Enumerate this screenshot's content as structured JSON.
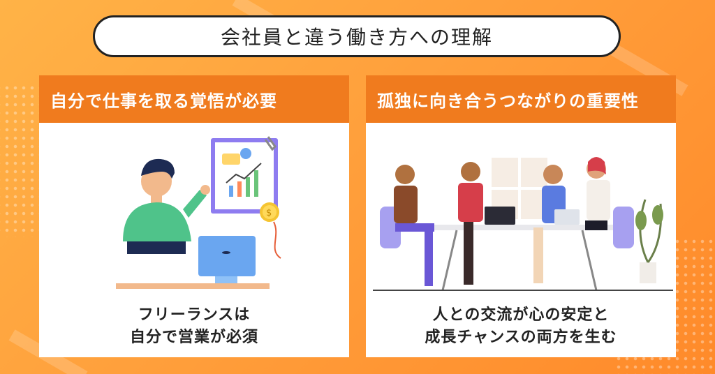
{
  "title": "会社員と違う働き方への理解",
  "left_panel": {
    "heading": "自分で仕事を取る覚悟が必要",
    "caption_line1": "フリーランスは",
    "caption_line2": "自分で営業が必須"
  },
  "right_panel": {
    "heading": "孤独に向き合うつながりの重要性",
    "caption_line1": "人との交流が心の安定と",
    "caption_line2": "成長チャンスの両方を生む"
  },
  "colors": {
    "accent": "#f07b1e",
    "background": "#ffa03c"
  },
  "icons": [
    "chart-board-icon",
    "coin-icon",
    "paperclip-icon",
    "laptop-icon",
    "plant-icon"
  ]
}
